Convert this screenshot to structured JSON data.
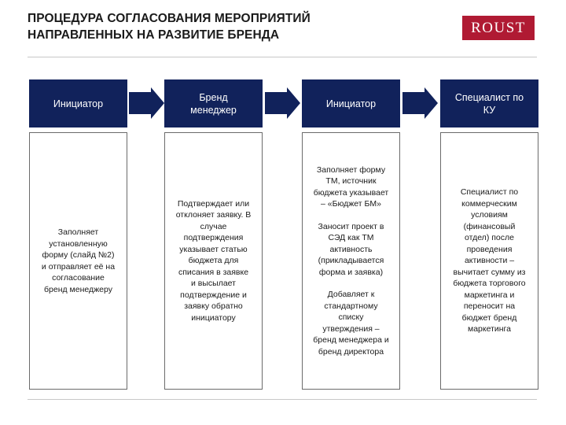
{
  "title": {
    "lines": [
      "ПРОЦЕДУРА СОГЛАСОВАНИЯ МЕРОПРИЯТИЙ",
      "НАПРАВЛЕННЫХ НА РАЗВИТИЕ БРЕНДА"
    ]
  },
  "logo": {
    "text": "ROUST"
  },
  "colors": {
    "header_fill": "#11225b",
    "arrow_fill": "#11225b",
    "logo_fill": "#b01a33",
    "box_border": "#6b6b6b",
    "rule": "#c8c8c8"
  },
  "columns": [
    {
      "header_lines": [
        "Инициатор"
      ],
      "paragraphs": [
        [
          "Заполняет",
          "установленную",
          "форму (слайд №2)",
          "и отправляет её на",
          "согласование",
          "бренд менеджеру"
        ]
      ]
    },
    {
      "header_lines": [
        "Бренд",
        "менеджер"
      ],
      "paragraphs": [
        [
          "Подтверждает или",
          "отклоняет заявку. В",
          "случае",
          "подтверждения",
          "указывает статью",
          "бюджета для",
          "списания в заявке",
          "и высылает",
          "подтверждение и",
          "заявку обратно",
          "инициатору"
        ]
      ]
    },
    {
      "header_lines": [
        "Инициатор"
      ],
      "paragraphs": [
        [
          "Заполняет форму",
          "ТМ, источник",
          "бюджета указывает",
          "– «Бюджет БМ»"
        ],
        [
          "Заносит проект в",
          "СЭД как ТМ",
          "активность",
          "(прикладывается",
          "форма и заявка)"
        ],
        [
          "Добавляет к",
          "стандартному",
          "списку",
          "утверждения –",
          "бренд менеджера и",
          "бренд директора"
        ]
      ]
    },
    {
      "header_lines": [
        "Специалист по",
        "КУ"
      ],
      "paragraphs": [
        [
          "Специалист по",
          "коммерческим",
          "условиям",
          "(финансовый",
          "отдел) после",
          "проведения",
          "активности –",
          "вычитает сумму из",
          "бюджета торгового",
          "маркетинга и",
          "переносит на",
          "бюджет бренд",
          "маркетинга"
        ]
      ]
    }
  ]
}
